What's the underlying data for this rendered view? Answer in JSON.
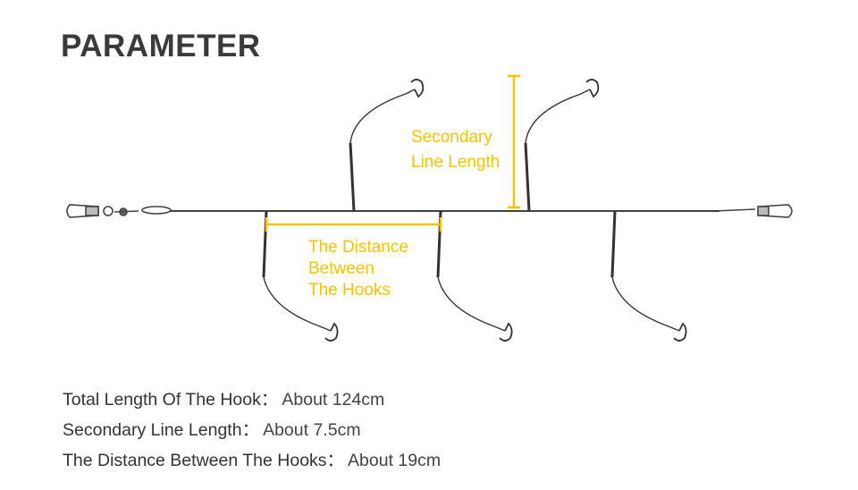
{
  "title": "PARAMETER",
  "labels": {
    "secondary_line_1": "Secondary",
    "secondary_line_2": "Line Length",
    "distance_1": "The Distance",
    "distance_2": "Between",
    "distance_3": "The Hooks"
  },
  "specs": [
    {
      "key": "Total Length Of The Hook：",
      "value": "About 124cm"
    },
    {
      "key": "Secondary Line Length：",
      "value": "About 7.5cm"
    },
    {
      "key": "The Distance Between The Hooks：",
      "value": "About 19cm"
    }
  ],
  "colors": {
    "accent": "#f5c400",
    "text": "#333333",
    "line": "#2a2a2a"
  }
}
